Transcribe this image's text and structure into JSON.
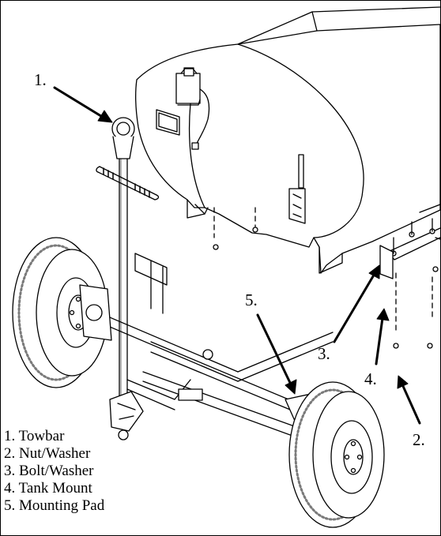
{
  "callouts": [
    "1.",
    "2.",
    "3.",
    "4.",
    "5."
  ],
  "legend": [
    "1. Towbar",
    "2. Nut/Washer",
    "3. Bolt/Washer",
    "4. Tank Mount",
    "5. Mounting Pad"
  ],
  "colors": {
    "ink": "#000000",
    "paper": "#ffffff",
    "tire_tread": "#7a7a7a"
  }
}
